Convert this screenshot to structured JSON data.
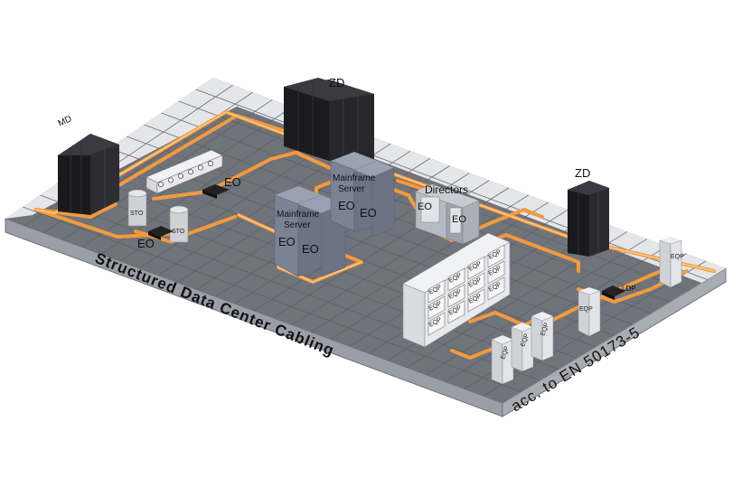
{
  "labels": {
    "md": "MD",
    "zd_top": "ZD",
    "zd_right": "ZD",
    "eo_switch": "EO",
    "eo_left": "EO",
    "sto_a": "STO",
    "sto_b": "STO",
    "mainframe_1": "Mainframe",
    "server_1": "Server",
    "eo_mf1_a": "EO",
    "eo_mf1_b": "EO",
    "mainframe_2": "Mainframe",
    "server_2": "Server",
    "eo_mf2_a": "EO",
    "eo_mf2_b": "EO",
    "directors": "Directors",
    "eo_dir_a": "EO",
    "eo_dir_b": "EO",
    "ldp": "LDP",
    "eqp": "EQP",
    "front_title": "Structured Data Center Cabling",
    "side_title": "acc. to EN 50173-5"
  },
  "colors": {
    "floor": "#6f737a",
    "grid": "#5d6168",
    "cable": "#f49a3c",
    "rack": "#1c1c20",
    "server_cabinet": "#7d8597",
    "equipment": "#e2e3e6"
  }
}
